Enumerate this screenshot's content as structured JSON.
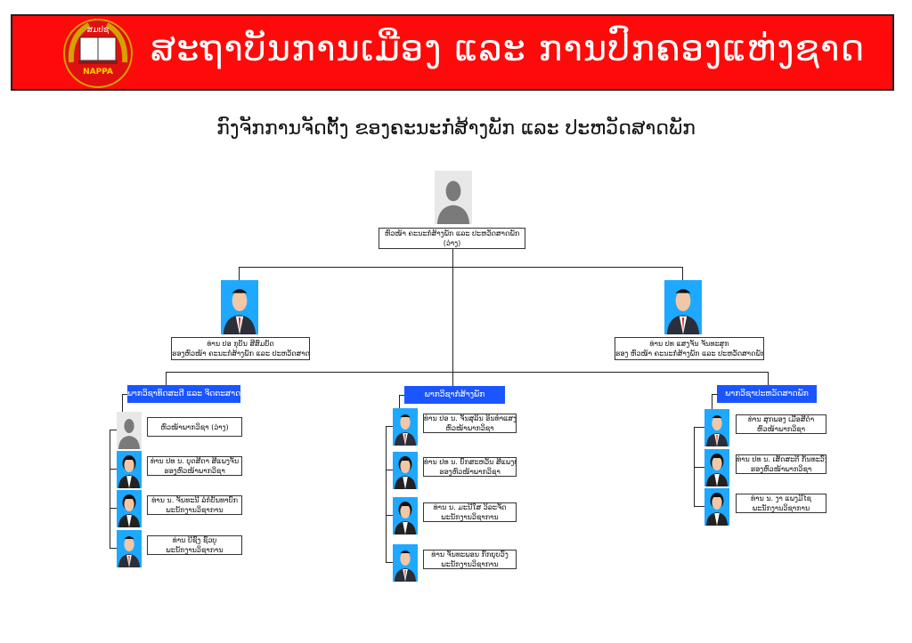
{
  "header": {
    "title": "ສະຖາບັນການເມືອງ ແລະ ການປົກຄອງແຫ່ງຊາດ",
    "logo_text": "ສມປຊ NAPPA"
  },
  "subtitle": "ກົງຈັກການຈັດຕັ້ງ ຂອງຄະນະກໍ່ສ້າງພັກ ແລະ ປະຫວັດສາດພັກ",
  "head": {
    "line1": "ຫົວໜ້າ ຄະນະກໍ່ສ້າງພັກ ແລະ ປະຫວັດສາດພັກ",
    "line2": "(ວ່າງ)"
  },
  "deputies": [
    {
      "line1": "ທ່ານ ປອ ກຸບັນ ສີສົມບັດ",
      "line2": "ຮອງຫົວໜ້າ ຄະນະກໍ່ສ້າງພັກ ແລະ ປະຫວັດສາດພັກ"
    },
    {
      "line1": "ທ່ານ ປທ ແສງຈັນ ຈັນທະສູກ",
      "line2": "ຮອງ ຫົວໜ້າ ຄະນະກໍ່ສ້າງພັກ ແລະ ປະຫວັດສາດພັກ"
    }
  ],
  "departments": [
    {
      "name": "ພາກວິຊາທິດສະດີ ແລະ ຈິດຕະສາດ",
      "members": [
        {
          "line1": "ຫົວໜ້າພາກວິຊາ (ວ່າງ)",
          "line2": ""
        },
        {
          "line1": "ທ່ານ ປທ ນ. ບຸດສີດາ ສີແພງຈັນ",
          "line2": "ຮອງຫົວໜ້າພາກວິຊາ"
        },
        {
          "line1": "ທ່ານ ນ. ຈັນທະນີ ລໍກໍບັນທາບົກ",
          "line2": "ພະນັກງານວິຊາການ"
        },
        {
          "line1": "ທ່ານ ບີຊົງ ຊົວບູ",
          "line2": "ພະນັກງານວິຊາການ"
        }
      ]
    },
    {
      "name": "ພາກວິຊາກໍ່ສ້າງພັກ",
      "members": [
        {
          "line1": "ທ່ານ ປອ ນ. ຈັນສຸລິນ ອິນທຳແສງ",
          "line2": "ຫົວໜ້າພາກວິຊາ"
        },
        {
          "line1": "ທ່ານ ປທ ນ. ບົກສະຫວັນ ສີແພງທານ",
          "line2": "ຮອງຫົວໜ້າພາກວິຊາ"
        },
        {
          "line1": "ທ່ານ ນ. ມະນີໃສ ວິລະຈັດ",
          "line2": "ພະນັກງານວິຊາການ"
        },
        {
          "line1": "ທ່ານ ຈັນທະພອນ ກົກຍຸບວົງ",
          "line2": "ພະນັກງານວິຊາການ"
        }
      ]
    },
    {
      "name": "ພາກວິຊາປະຫວັດສາດພັກ",
      "members": [
        {
          "line1": "ທ່ານ ສຸກພອງ ເມືອສີດຳ",
          "line2": "ຫົວໜ້າພາກວິຊາ"
        },
        {
          "line1": "ທ່ານ ປທ ນ. ເສັດສະຕີ ກັນທະວົງ",
          "line2": "ຮອງຫົວໜ້າພາກວິຊາ"
        },
        {
          "line1": "ທ່ານ ນ. ງາ ແພງມີໄຊ",
          "line2": "ພະນັກງານວິຊາການ"
        }
      ]
    }
  ],
  "colors": {
    "banner": "#ff0a0a",
    "dept": "#1a55ff",
    "photo_bg": "#1fa8ff"
  }
}
